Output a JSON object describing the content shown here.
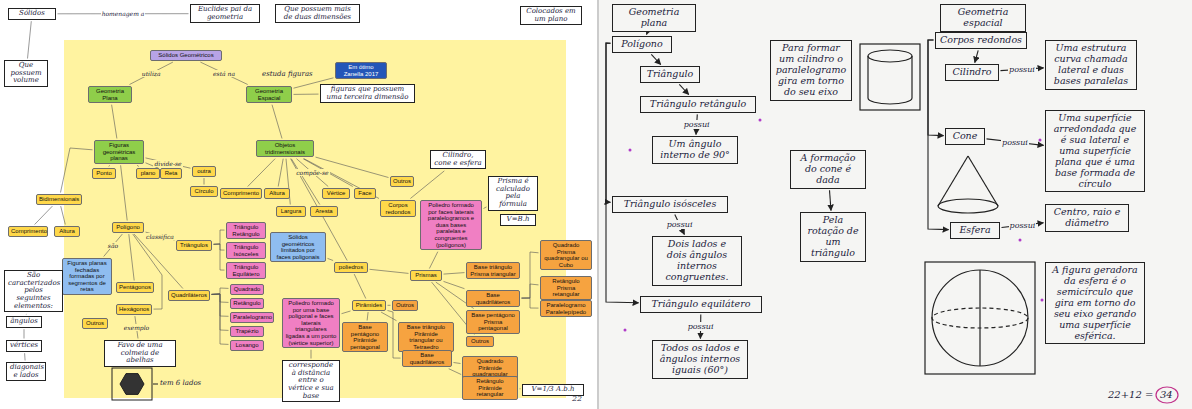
{
  "diagram": {
    "nodes": [
      {
        "text": [
          "Sólidos"
        ]
      },
      {
        "text": [
          "Euclides pai da geometria"
        ]
      },
      {
        "text": [
          "Que possuem mais de duas dimensões"
        ]
      },
      {
        "text": [
          "Colocados em um plano"
        ]
      },
      {
        "text": [
          "Que possuem volume"
        ]
      },
      {
        "text": [
          "Sólidos Geométricos"
        ]
      },
      {
        "text": [
          "Geometria Plana"
        ]
      },
      {
        "text": [
          "Geometria Espacial"
        ]
      },
      {
        "text": [
          "Em ótimo Zanella 2017"
        ]
      },
      {
        "text": [
          "figuras que possuem uma terceira dimensão"
        ]
      },
      {
        "text": [
          "Figuras geométricas planas"
        ]
      },
      {
        "text": [
          "Objetos tridimensionais"
        ]
      },
      {
        "text": [
          "Bidimensionais"
        ]
      },
      {
        "text": [
          "Ponto"
        ]
      },
      {
        "text": [
          "plano"
        ]
      },
      {
        "text": [
          "Reta"
        ]
      },
      {
        "text": [
          "outra"
        ]
      },
      {
        "text": [
          "Círculo"
        ]
      },
      {
        "text": [
          "Comprimento"
        ]
      },
      {
        "text": [
          "Altura"
        ]
      },
      {
        "text": [
          "Polígono"
        ]
      },
      {
        "text": [
          "Figuras planas fechadas formadas por segmentos de retas"
        ]
      },
      {
        "text": [
          "Triângulos"
        ]
      },
      {
        "text": [
          "Pentágonos"
        ]
      },
      {
        "text": [
          "Quadriláteros"
        ]
      },
      {
        "text": [
          "Hexágonos"
        ]
      },
      {
        "text": [
          "Outros"
        ]
      },
      {
        "text": [
          "Triângulo Retângulo"
        ]
      },
      {
        "text": [
          "Triângulo Isósceles"
        ]
      },
      {
        "text": [
          "Triângulo Equilátero"
        ]
      },
      {
        "text": [
          "Quadrado"
        ]
      },
      {
        "text": [
          "Retângulo"
        ]
      },
      {
        "text": [
          "Paralelogramo"
        ]
      },
      {
        "text": [
          "Trapézio"
        ]
      },
      {
        "text": [
          "Losango"
        ]
      },
      {
        "text": [
          "Comprimento"
        ]
      },
      {
        "text": [
          "Altura"
        ]
      },
      {
        "text": [
          "Largura"
        ]
      },
      {
        "text": [
          "Vértice"
        ]
      },
      {
        "text": [
          "Face"
        ]
      },
      {
        "text": [
          "Aresta"
        ]
      },
      {
        "text": [
          "Sólidos geométricos limitados por faces poligonais"
        ]
      },
      {
        "text": [
          "Poliedro formado por uma base poligonal e faces laterais triangulares ligadas a um ponto (vértice superior)"
        ]
      },
      {
        "text": [
          "Outros"
        ]
      },
      {
        "text": [
          "Corpos redondos"
        ]
      },
      {
        "text": [
          "poliedros"
        ]
      },
      {
        "text": [
          "Poliedro formado por faces laterais paralelogramos e duas bases paralelas e congruentes (polígonos)"
        ]
      },
      {
        "text": [
          "Pirâmides"
        ]
      },
      {
        "text": [
          "Prismas"
        ]
      },
      {
        "text": [
          "Base triângulo Prisma triangular"
        ]
      },
      {
        "text": [
          "Base quadriláteros"
        ]
      },
      {
        "text": [
          "Base pentágono Prisma pentagonal"
        ]
      },
      {
        "text": [
          "Outros"
        ]
      },
      {
        "text": [
          "Quadrado Prisma quadrangular ou Cubo"
        ]
      },
      {
        "text": [
          "Retângulo Prisma retangular"
        ]
      },
      {
        "text": [
          "Paralelogramo Paralelepípedo"
        ]
      },
      {
        "text": [
          "Base triângulo Pirâmide triangular ou Tetraedro"
        ]
      },
      {
        "text": [
          "Base quadriláteros"
        ]
      },
      {
        "text": [
          "Outros"
        ]
      },
      {
        "text": [
          "Base pentágono Pirâmide pentagonal"
        ]
      },
      {
        "text": [
          "Quadrado Pirâmide quadrangular"
        ]
      },
      {
        "text": [
          "Retângulo Pirâmide retangular"
        ]
      },
      {
        "text": [
          "São caracterizados pelos seguintes elementos:"
        ]
      },
      {
        "text": [
          "ângulos"
        ]
      },
      {
        "text": [
          "vértices"
        ]
      },
      {
        "text": [
          "diagonais e lados"
        ]
      },
      {
        "text": [
          "Favo de uma colmeia de abelhas"
        ]
      },
      {
        "text": [
          "corresponde à distância entre o vértice e sua base"
        ]
      },
      {
        "text": [
          "V=1/3 A.b.h"
        ]
      },
      {
        "text": [
          "V=B.h"
        ]
      },
      {
        "text": [
          "Prisma é calculado pela fórmula"
        ]
      },
      {
        "text": [
          "Cilindro, cone e esfera"
        ]
      },
      {
        "text": [
          "Geometria plana"
        ]
      },
      {
        "text": [
          "Polígono"
        ]
      },
      {
        "text": [
          "Triângulo"
        ]
      },
      {
        "text": [
          "Triângulo retângulo"
        ]
      },
      {
        "text": [
          "Um ângulo interno de 90°"
        ]
      },
      {
        "text": [
          "Triângulo isósceles"
        ]
      },
      {
        "text": [
          "Dois lados e dois ângulos internos congruentes."
        ]
      },
      {
        "text": [
          "Triângulo equilátero"
        ]
      },
      {
        "text": [
          "Todos os lados e ângulos internos iguais (60°)"
        ]
      },
      {
        "text": [
          "Geometria espacial"
        ]
      },
      {
        "text": [
          "Corpos redondos"
        ]
      },
      {
        "text": [
          "Cilindro"
        ]
      },
      {
        "text": [
          "Uma estrutura curva chamada lateral e duas bases paralelas"
        ]
      },
      {
        "text": [
          "Para formar um cilindro o paralelogramo gira em torno do seu eixo"
        ]
      },
      {
        "text": [
          "Cone"
        ]
      },
      {
        "text": [
          "Uma superfície arredondada que é sua lateral e uma superfície plana que é uma base formada de círculo"
        ]
      },
      {
        "text": [
          "A formação do cone é dada"
        ]
      },
      {
        "text": [
          "Pela rotação de um triângulo"
        ]
      },
      {
        "text": [
          "Esfera"
        ]
      },
      {
        "text": [
          "Centro, raio e diâmetro"
        ]
      },
      {
        "text": [
          "A figura geradora da esfera é o semicírculo que gira em torno do seu eixo gerando uma superfície esférica."
        ]
      }
    ],
    "edges": [
      {
        "from": 0,
        "to": 1,
        "arrow": "none",
        "label": "homenagem a"
      },
      {
        "from": 0,
        "to": 4,
        "arrow": "none"
      },
      {
        "from": 5,
        "to": 6,
        "arrow": "none",
        "label": "utiliza"
      },
      {
        "from": 5,
        "to": 7,
        "arrow": "none",
        "label": "está na"
      },
      {
        "from": 7,
        "to": 8,
        "arrow": "none"
      },
      {
        "from": 7,
        "to": 9,
        "arrow": "none"
      },
      {
        "from": 6,
        "to": 10,
        "arrow": "none"
      },
      {
        "from": 7,
        "to": 11,
        "arrow": "none"
      },
      {
        "from": 10,
        "to": 12,
        "arrow": "none"
      },
      {
        "from": 10,
        "to": 13,
        "arrow": "none"
      },
      {
        "from": 10,
        "to": 14,
        "arrow": "none"
      },
      {
        "from": 10,
        "to": 15,
        "arrow": "none"
      },
      {
        "from": 10,
        "to": 16,
        "arrow": "none",
        "label": "divide-se"
      },
      {
        "from": 16,
        "to": 17,
        "arrow": "none"
      },
      {
        "from": 12,
        "to": 18,
        "arrow": "none"
      },
      {
        "from": 12,
        "to": 19,
        "arrow": "none"
      },
      {
        "from": 10,
        "to": 20,
        "arrow": "none"
      },
      {
        "from": 20,
        "to": 21,
        "arrow": "none",
        "label": "são"
      },
      {
        "from": 20,
        "to": 22,
        "arrow": "none",
        "label": "classifica"
      },
      {
        "from": 20,
        "to": 23,
        "arrow": "none"
      },
      {
        "from": 20,
        "to": 24,
        "arrow": "none"
      },
      {
        "from": 20,
        "to": 25,
        "arrow": "none"
      },
      {
        "from": 25,
        "to": 66,
        "arrow": "none",
        "label": "exemplo"
      },
      {
        "from": 21,
        "to": 62,
        "arrow": "none"
      },
      {
        "from": 62,
        "to": 63,
        "arrow": "none"
      },
      {
        "from": 63,
        "to": 64,
        "arrow": "none"
      },
      {
        "from": 64,
        "to": 65,
        "arrow": "none"
      },
      {
        "from": 22,
        "to": 27,
        "arrow": "none"
      },
      {
        "from": 22,
        "to": 28,
        "arrow": "none"
      },
      {
        "from": 22,
        "to": 29,
        "arrow": "none"
      },
      {
        "from": 24,
        "to": 30,
        "arrow": "none"
      },
      {
        "from": 24,
        "to": 31,
        "arrow": "none"
      },
      {
        "from": 24,
        "to": 32,
        "arrow": "none"
      },
      {
        "from": 24,
        "to": 33,
        "arrow": "none"
      },
      {
        "from": 24,
        "to": 34,
        "arrow": "none"
      },
      {
        "from": 11,
        "to": 35,
        "arrow": "none"
      },
      {
        "from": 11,
        "to": 36,
        "arrow": "none"
      },
      {
        "from": 11,
        "to": 37,
        "arrow": "none"
      },
      {
        "from": 11,
        "to": 38,
        "arrow": "none",
        "label": "compõe-se"
      },
      {
        "from": 11,
        "to": 39,
        "arrow": "none"
      },
      {
        "from": 11,
        "to": 40,
        "arrow": "none"
      },
      {
        "from": 11,
        "to": 43,
        "arrow": "none"
      },
      {
        "from": 11,
        "to": 44,
        "arrow": "none"
      },
      {
        "from": 11,
        "to": 45,
        "arrow": "none"
      },
      {
        "from": 45,
        "to": 41,
        "arrow": "none"
      },
      {
        "from": 45,
        "to": 47,
        "arrow": "none"
      },
      {
        "from": 45,
        "to": 48,
        "arrow": "none"
      },
      {
        "from": 47,
        "to": 42,
        "arrow": "none"
      },
      {
        "from": 42,
        "to": 67,
        "arrow": "none"
      },
      {
        "from": 48,
        "to": 46,
        "arrow": "none"
      },
      {
        "from": 48,
        "to": 49,
        "arrow": "none"
      },
      {
        "from": 48,
        "to": 50,
        "arrow": "none"
      },
      {
        "from": 48,
        "to": 51,
        "arrow": "none"
      },
      {
        "from": 48,
        "to": 52,
        "arrow": "none"
      },
      {
        "from": 50,
        "to": 53,
        "arrow": "none"
      },
      {
        "from": 50,
        "to": 54,
        "arrow": "none"
      },
      {
        "from": 50,
        "to": 55,
        "arrow": "none"
      },
      {
        "from": 47,
        "to": 56,
        "arrow": "none"
      },
      {
        "from": 47,
        "to": 57,
        "arrow": "none"
      },
      {
        "from": 47,
        "to": 58,
        "arrow": "none"
      },
      {
        "from": 47,
        "to": 59,
        "arrow": "none"
      },
      {
        "from": 57,
        "to": 60,
        "arrow": "none"
      },
      {
        "from": 57,
        "to": 61,
        "arrow": "none"
      },
      {
        "from": 44,
        "to": 71,
        "arrow": "none"
      },
      {
        "from": 46,
        "to": 70,
        "arrow": "none"
      },
      {
        "from": 70,
        "to": 69,
        "arrow": "none"
      },
      {
        "from": 61,
        "to": 68,
        "arrow": "none"
      },
      {
        "from": 72,
        "to": 73,
        "arrow": "to"
      },
      {
        "from": 73,
        "to": 74,
        "arrow": "to"
      },
      {
        "from": 74,
        "to": 75,
        "arrow": "to"
      },
      {
        "from": 75,
        "to": 76,
        "arrow": "to",
        "label": "possui"
      },
      {
        "from": 73,
        "to": 77,
        "arrow": "to"
      },
      {
        "from": 77,
        "to": 78,
        "arrow": "to",
        "label": "possui"
      },
      {
        "from": 73,
        "to": 79,
        "arrow": "to"
      },
      {
        "from": 79,
        "to": 80,
        "arrow": "to",
        "label": "possui"
      },
      {
        "from": 81,
        "to": 82,
        "arrow": "to"
      },
      {
        "from": 82,
        "to": 83,
        "arrow": "to"
      },
      {
        "from": 83,
        "to": 84,
        "arrow": "to",
        "label": "possui"
      },
      {
        "from": 82,
        "to": 86,
        "arrow": "to"
      },
      {
        "from": 86,
        "to": 87,
        "arrow": "to",
        "label": "possui"
      },
      {
        "from": 88,
        "to": 89,
        "arrow": "to"
      },
      {
        "from": 82,
        "to": 90,
        "arrow": "to"
      },
      {
        "from": 90,
        "to": 91,
        "arrow": "to",
        "label": "possui"
      }
    ],
    "labels": [
      "estuda figuras",
      "tem 6 lados",
      "22",
      "22+12 =",
      "34"
    ]
  }
}
